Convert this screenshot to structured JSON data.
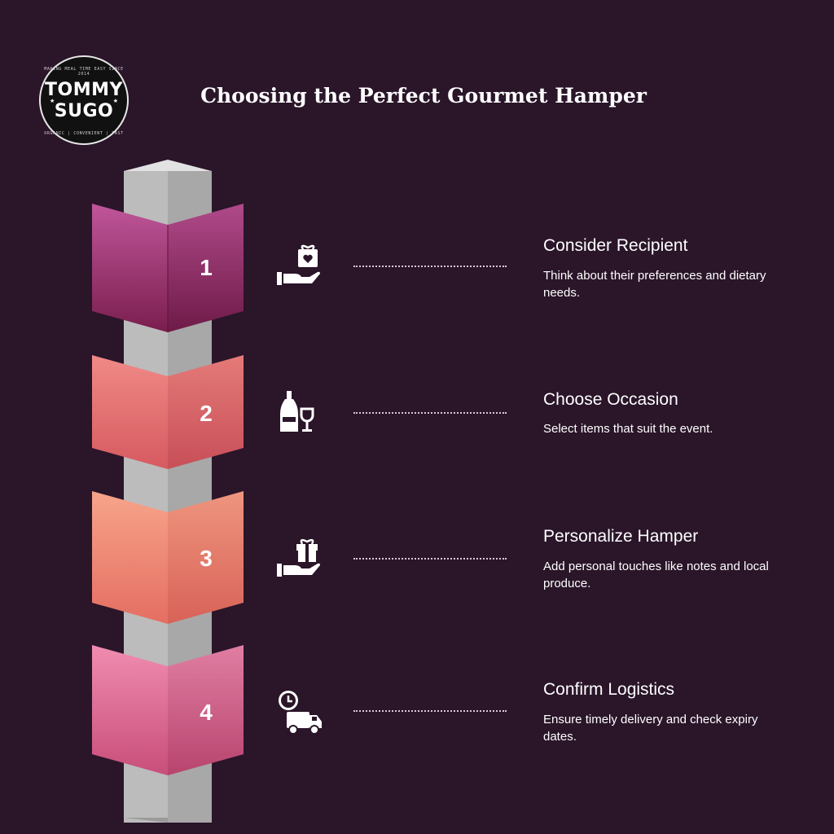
{
  "brand": {
    "logo_line1": "TOMMY",
    "logo_line2": "SUGO",
    "tagline_top": "MAKING MEAL TIME EASY SINCE 2014",
    "tagline_bottom": "ORGANIC | CONVENIENT | FAST"
  },
  "title": "Choosing the Perfect Gourmet Hamper",
  "colors": {
    "background": "#2a1529",
    "box1": "#a8386f",
    "box2": "#e0706a",
    "box3": "#f08c74",
    "box4": "#e07090",
    "connector": "#c8c8c8"
  },
  "steps": [
    {
      "number": "1",
      "icon": "hand-gift-heart-icon",
      "title": "Consider Recipient",
      "description": "Think about their preferences and dietary needs."
    },
    {
      "number": "2",
      "icon": "champagne-glass-icon",
      "title": "Choose Occasion",
      "description": "Select items that suit the event."
    },
    {
      "number": "3",
      "icon": "hand-gift-icon",
      "title": "Personalize Hamper",
      "description": "Add personal touches like notes and local produce."
    },
    {
      "number": "4",
      "icon": "clock-delivery-truck-icon",
      "title": "Confirm Logistics",
      "description": "Ensure timely delivery and check expiry dates."
    }
  ]
}
